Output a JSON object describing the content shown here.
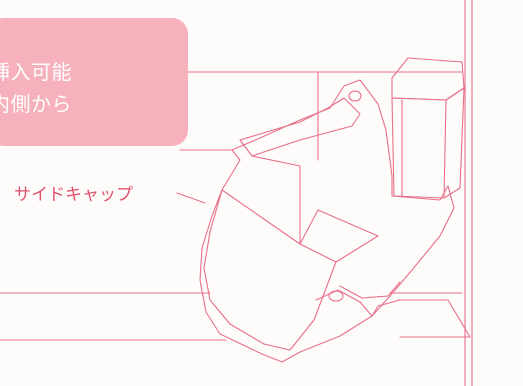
{
  "callout": {
    "line1": "挿入可能",
    "line2": "内側から"
  },
  "labels": {
    "side_cap": "サイドキャップ"
  },
  "colors": {
    "callout_bg": "#f6b1bc",
    "callout_text": "#ffffff",
    "line": "#e86f86",
    "label_text": "#e0506a"
  }
}
